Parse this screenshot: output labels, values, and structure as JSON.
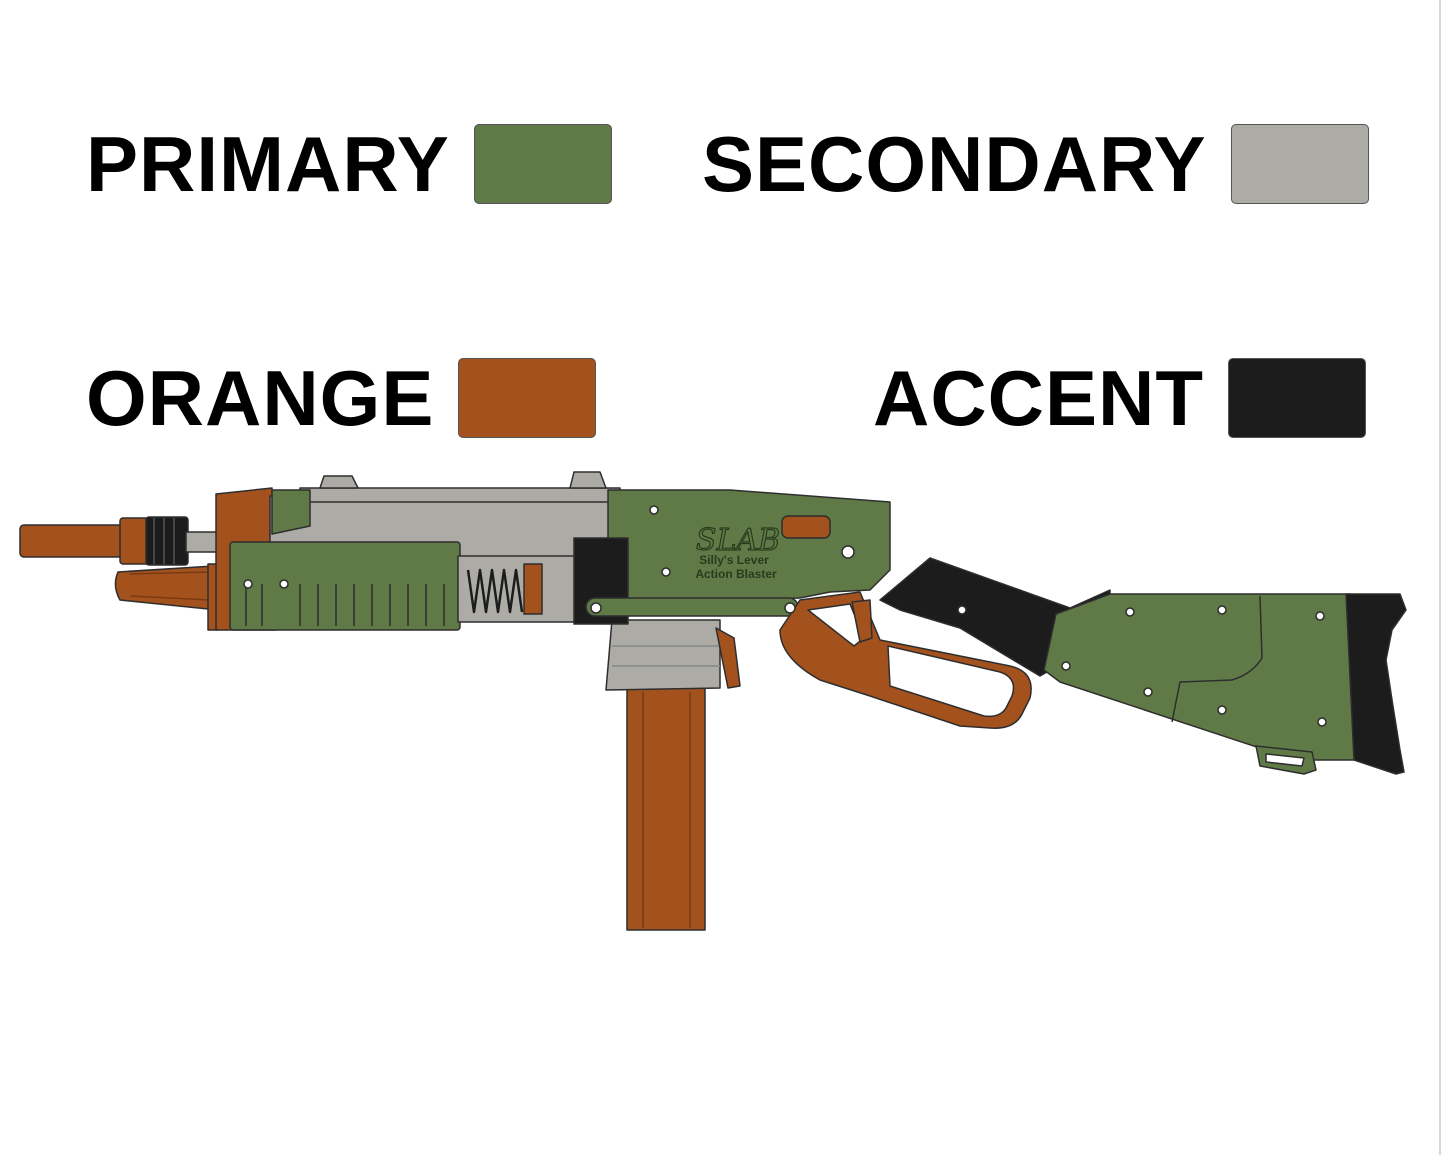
{
  "legend": [
    {
      "key": "primary",
      "label": "PRIMARY",
      "color": "#5f7a47"
    },
    {
      "key": "secondary",
      "label": "SECONDARY",
      "color": "#adaba6"
    },
    {
      "key": "orange",
      "label": "ORANGE",
      "color": "#a3521e"
    },
    {
      "key": "accent",
      "label": "ACCENT",
      "color": "#1c1c1c"
    }
  ],
  "engraving": {
    "logo": "SLAB",
    "line1": "Silly's Lever",
    "line2": "Action Blaster"
  }
}
